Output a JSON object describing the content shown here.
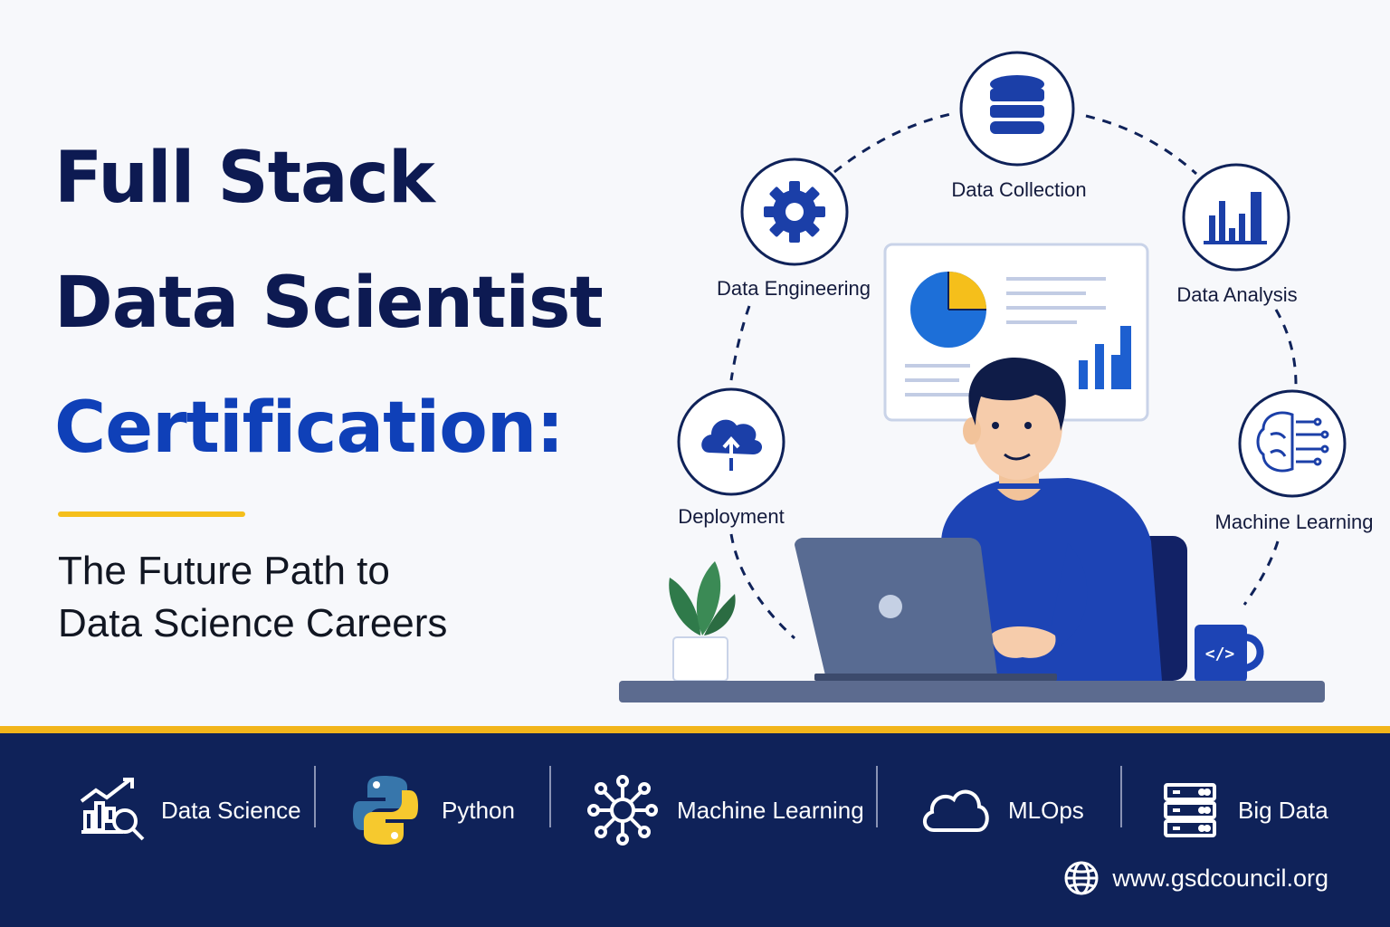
{
  "headline": {
    "line1": "Full Stack",
    "line2": "Data Scientist",
    "line3": "Certification:"
  },
  "subtitle": {
    "line1": "The Future Path to",
    "line2": "Data Science Careers"
  },
  "cycle": {
    "nodes": [
      {
        "label": "Data Collection",
        "icon": "database-icon"
      },
      {
        "label": "Data Analysis",
        "icon": "bar-chart-icon"
      },
      {
        "label": "Machine Learning",
        "icon": "brain-circuit-icon"
      },
      {
        "label": "Deployment",
        "icon": "cloud-upload-icon"
      },
      {
        "label": "Data Engineering",
        "icon": "gear-icon"
      }
    ]
  },
  "mug_text": "</>",
  "footer": {
    "items": [
      {
        "label": "Data Science",
        "icon": "chart-magnifier-icon"
      },
      {
        "label": "Python",
        "icon": "python-logo-icon"
      },
      {
        "label": "Machine Learning",
        "icon": "network-nodes-icon"
      },
      {
        "label": "MLOps",
        "icon": "cloud-icon"
      },
      {
        "label": "Big Data",
        "icon": "server-rack-icon"
      }
    ],
    "website": "www.gsdcouncil.org"
  },
  "colors": {
    "navy": "#0d1a52",
    "blue": "#0f40b8",
    "accent_yellow": "#f5bf1b",
    "footer_bg": "#0f2259"
  }
}
